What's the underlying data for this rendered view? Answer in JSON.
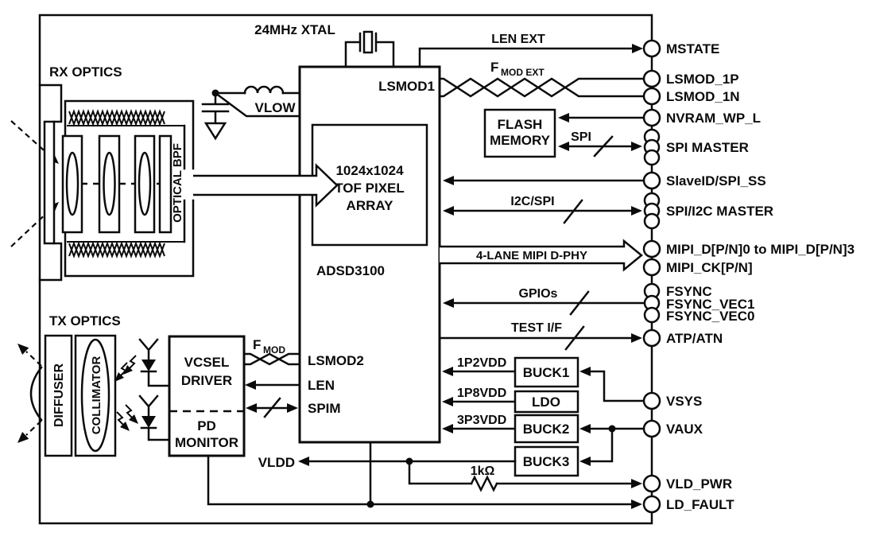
{
  "figure": {
    "background": "#ffffff",
    "ink": "#000000"
  },
  "chip": {
    "name": "ADSD3100",
    "port_lsmod1": "LSMOD1",
    "port_lsmod2": "LSMOD2",
    "port_len": "LEN",
    "port_spim": "SPIM",
    "core": {
      "line1": "1024x1024",
      "line2": "TOF PIXEL",
      "line3": "ARRAY"
    }
  },
  "blocks": {
    "flash": {
      "line1": "FLASH",
      "line2": "MEMORY"
    },
    "vcsel_driver": {
      "line1": "VCSEL",
      "line2": "DRIVER"
    },
    "pd_monitor": {
      "line1": "PD",
      "line2": "MONITOR"
    },
    "buck1": "BUCK1",
    "ldo": "LDO",
    "buck2": "BUCK2",
    "buck3": "BUCK3"
  },
  "optics": {
    "rx_title": "RX OPTICS",
    "tx_title": "TX OPTICS",
    "optical_bpf": "OPTICAL BPF",
    "diffuser": "DIFFUSER",
    "collimator": "COLLIMATOR"
  },
  "nets": {
    "xtal": "24MHz XTAL",
    "vlow": "VLOW",
    "len_ext": "LEN EXT",
    "fmod_ext_base": "F",
    "fmod_ext_sub": "MOD EXT",
    "fmod_base": "F",
    "fmod_sub": "MOD",
    "spi": "SPI",
    "i2c_spi": "I2C/SPI",
    "mipi": "4-LANE MIPI D-PHY",
    "gpios": "GPIOs",
    "test_if": "TEST I/F",
    "vldd": "VLDD",
    "resistor": "1kΩ",
    "v1p2": "1P2VDD",
    "v1p8": "1P8VDD",
    "v3p3": "3P3VDD"
  },
  "pins": [
    {
      "label": "MSTATE"
    },
    {
      "label": "LSMOD_1P"
    },
    {
      "label": "LSMOD_1N"
    },
    {
      "label": "NVRAM_WP_L"
    },
    {
      "label": "SPI MASTER"
    },
    {
      "label": "SlaveID/SPI_SS"
    },
    {
      "label": "SPI/I2C MASTER"
    },
    {
      "label": "MIPI_D[P/N]0 to MIPI_D[P/N]3"
    },
    {
      "label": "MIPI_CK[P/N]"
    },
    {
      "label": "FSYNC"
    },
    {
      "label": "FSYNC_VEC1"
    },
    {
      "label": "FSYNC_VEC0"
    },
    {
      "label": "ATP/ATN"
    },
    {
      "label": "VSYS"
    },
    {
      "label": "VAUX"
    },
    {
      "label": "VLD_PWR"
    },
    {
      "label": "LD_FAULT"
    }
  ]
}
